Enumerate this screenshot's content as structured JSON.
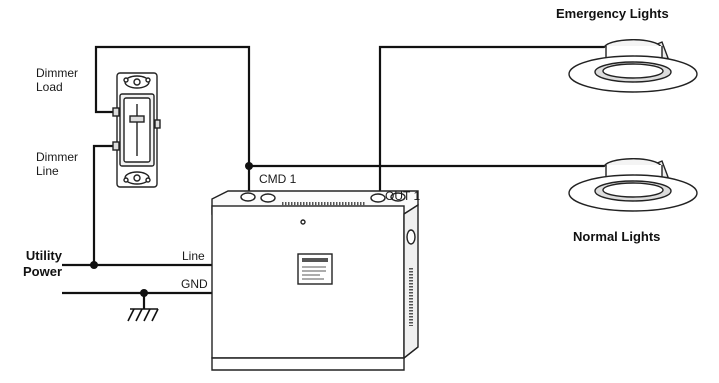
{
  "labels": {
    "emergency_lights": "Emergency Lights",
    "normal_lights": "Normal Lights",
    "dimmer_load": "Dimmer\nLoad",
    "dimmer_line": "Dimmer\nLine",
    "utility_power": "Utility\nPower",
    "cmd1": "CMD 1",
    "out1": "OUT 1",
    "line": "Line",
    "gnd": "GND"
  },
  "colors": {
    "wire": "#111111",
    "device": "#222222"
  }
}
